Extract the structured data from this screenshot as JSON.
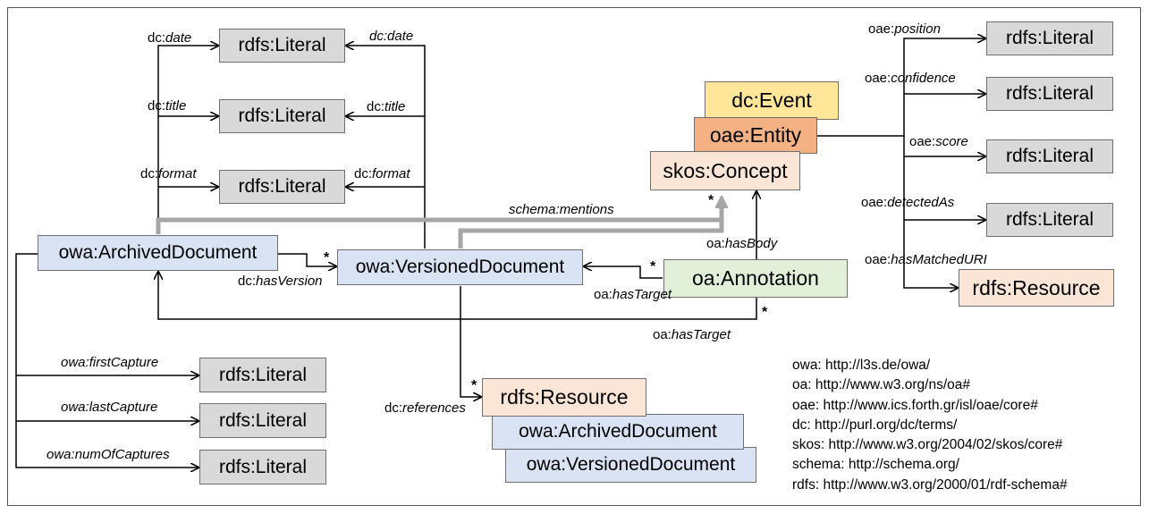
{
  "nodes": {
    "lit_date": "rdfs:Literal",
    "lit_title": "rdfs:Literal",
    "lit_format": "rdfs:Literal",
    "lit_position": "rdfs:Literal",
    "lit_confidence": "rdfs:Literal",
    "lit_score": "rdfs:Literal",
    "lit_detected": "rdfs:Literal",
    "res_matched": "rdfs:Resource",
    "evt": "dc:Event",
    "ent": "oae:Entity",
    "con": "skos:Concept",
    "arch": "owa:ArchivedDocument",
    "ver": "owa:VersionedDocument",
    "ann": "oa:Annotation",
    "lit_first": "rdfs:Literal",
    "lit_last": "rdfs:Literal",
    "lit_num": "rdfs:Literal",
    "res_ref": "rdfs:Resource",
    "res_ref_arch": "owa:ArchivedDocument",
    "res_ref_ver": "owa:VersionedDocument"
  },
  "edges": {
    "date_left": {
      "prefix": "dc:",
      "name": "date"
    },
    "date_right": {
      "prefix": "dc:",
      "name": "date"
    },
    "title_left": {
      "prefix": "dc:",
      "name": "title"
    },
    "title_right": {
      "prefix": "dc:",
      "name": "title"
    },
    "format_left": {
      "prefix": "dc:",
      "name": "format"
    },
    "format_right": {
      "prefix": "dc:",
      "name": "format"
    },
    "mentions": {
      "prefix": "schema:",
      "name": "mentions"
    },
    "has_version": {
      "prefix": "dc:",
      "name": "hasVersion"
    },
    "has_body": {
      "prefix": "oa:",
      "name": "hasBody"
    },
    "has_target_ver": {
      "prefix": "oa:",
      "name": "hasTarget"
    },
    "has_target_arch": {
      "prefix": "oa:",
      "name": "hasTarget"
    },
    "position": {
      "prefix": "oae:",
      "name": "position"
    },
    "confidence": {
      "prefix": "oae:",
      "name": "confidence"
    },
    "score": {
      "prefix": "oae:",
      "name": "score"
    },
    "detected_as": {
      "prefix": "oae:",
      "name": "detectedAs"
    },
    "has_matched_uri": {
      "prefix": "oae:",
      "name": "hasMatchedURI"
    },
    "first_capture": {
      "prefix": "owa:",
      "name": "firstCapture"
    },
    "last_capture": {
      "prefix": "owa:",
      "name": "lastCapture"
    },
    "num_captures": {
      "prefix": "owa:",
      "name": "numOfCaptures"
    },
    "references": {
      "prefix": "dc:",
      "name": "references"
    }
  },
  "multiplicity": "*",
  "namespaces": [
    "owa: http://l3s.de/owa/",
    "oa: http://www.w3.org/ns/oa#",
    "oae: http://www.ics.forth.gr/isl/oae/core#",
    "dc: http://purl.org/dc/terms/",
    "skos: http://www.w3.org/2004/02/skos/core#",
    "schema: http://schema.org/",
    "rdfs: http://www.w3.org/2000/01/rdf-schema#"
  ],
  "colors": {
    "literal": "#d9d9d9",
    "resource": "#fbe5d6",
    "document": "#dae3f3",
    "annotation": "#e2f0d9",
    "event": "#ffe699",
    "entity": "#f4b183",
    "mentions_line": "#a6a6a6"
  }
}
